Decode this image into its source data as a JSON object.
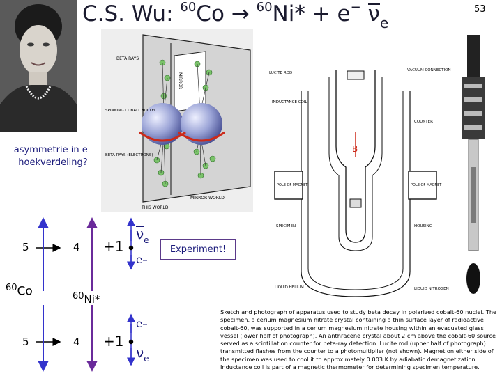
{
  "title": {
    "prefix": "C.S. Wu: ",
    "co_mass": "60",
    "co_symbol": "Co",
    "arrow": "→",
    "ni_mass": "60",
    "ni_symbol": "Ni*",
    "plus": " + e",
    "minus": "−",
    "nu": "ν",
    "nu_sub": "e"
  },
  "page_number": "53",
  "question": "asymmetrie in e– hoekverdeling?",
  "decay": {
    "left_top": "5",
    "left_bottom": "5",
    "co_mass": "60",
    "co_symbol": "Co",
    "mid_top": "4",
    "mid_bottom": "4",
    "ni_mass": "60",
    "ni_symbol": "Ni*",
    "plus_one_top": "+1",
    "plus_one_bottom": "+1",
    "nu": "ν",
    "nu_sub": "e",
    "electron": "e–"
  },
  "experiment_label": "Experiment!",
  "figure_mirror": {
    "beta_rays": "BETA RAYS",
    "mirror": "MIRROR",
    "spinning": "SPINNING COBALT NUCLEI",
    "beta_rays_electrons": "BETA RAYS (ELECTRONS)",
    "this_world": "THIS WORLD",
    "mirror_world": "MIRROR WORLD"
  },
  "figure_apparatus": {
    "lucite_rod": "LUCITE ROD",
    "vacuum": "VACUUM CONNECTION",
    "inductance": "INDUCTANCE COIL",
    "counter": "COUNTER",
    "pole_left": "POLE OF MAGNET",
    "pole_right": "POLE OF MAGNET",
    "specimen": "SPECIMEN",
    "housing": "HOUSING",
    "liquid_helium": "LIQUID HELIUM",
    "liquid_nitrogen": "LIQUID NITROGEN",
    "field": "B"
  },
  "caption": "Sketch and photograph of apparatus used to study beta decay in polarized cobalt-60 nuclei. The specimen, a cerium magnesium nitrate crystal containing a thin surface layer of radioactive cobalt-60, was supported in a cerium magnesium nitrate housing within an evacuated glass vessel (lower half of photograph). An anthracene crystal about 2 cm above the cobalt-60 source served as a scintillation counter for beta-ray detection. Lucite rod (upper half of photograph) transmitted flashes from the counter to a photomultiplier (not shown). Magnet on either side of the specimen was used to cool it to approximately 0.003 K by adiabatic demagnetization. Inductance coil is part of a magnetic thermometer for determining specimen temperature.",
  "colors": {
    "arrow_blue": "#3333cc",
    "arrow_purple": "#6a2a9a",
    "dot_green": "#7ac26a",
    "text_blue": "#1a1a7a",
    "sphere": "#9aa3d6",
    "spin_red": "#cc2a1a"
  }
}
